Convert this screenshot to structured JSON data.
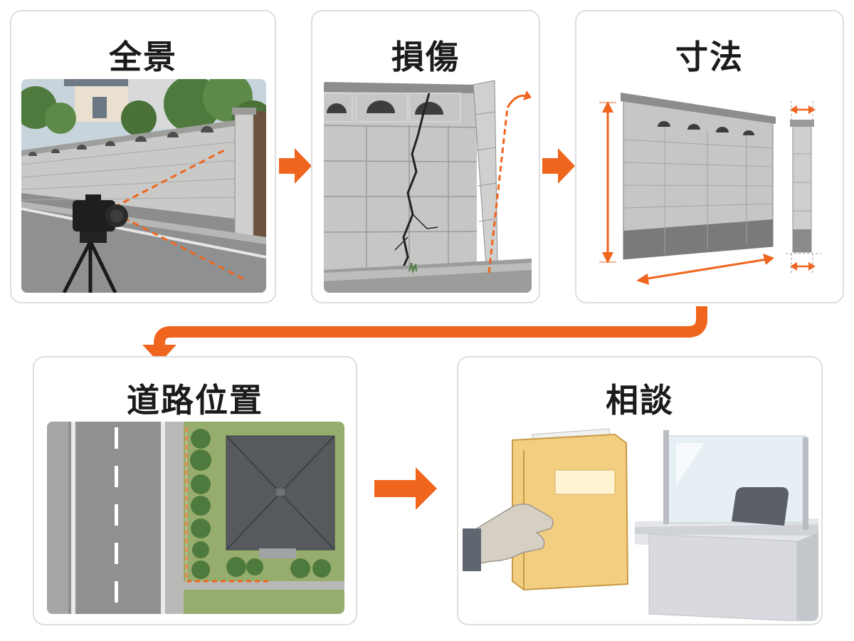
{
  "steps": [
    {
      "id": "overview",
      "title": "全景"
    },
    {
      "id": "damage",
      "title": "損傷"
    },
    {
      "id": "dimensions",
      "title": "寸法"
    },
    {
      "id": "road_position",
      "title": "道路位置"
    },
    {
      "id": "consultation",
      "title": "相談"
    }
  ],
  "colors": {
    "accent": "#f0651e",
    "card_border": "#dedede",
    "title": "#1b1b1b",
    "wall": "#c9c9c7",
    "wall_dark": "#8d8d8b",
    "road": "#8f9092",
    "lawn": "#97ad6e",
    "folder": "#f2ce80"
  },
  "icons": [
    "camera-icon",
    "tripod-icon",
    "arrow-right-icon",
    "arrow-down-icon",
    "folder-icon",
    "hand-icon",
    "chair-icon"
  ]
}
